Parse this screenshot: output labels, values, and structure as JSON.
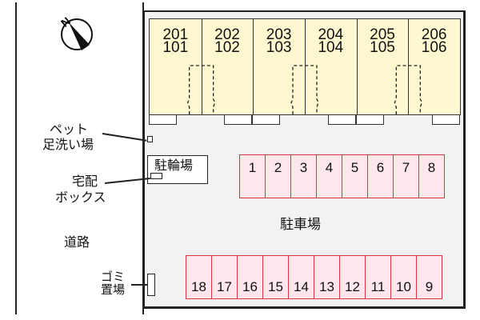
{
  "compass": {
    "label": "N",
    "icon": "north-arrow-icon"
  },
  "building": {
    "units": [
      {
        "upper": "201",
        "lower": "101"
      },
      {
        "upper": "202",
        "lower": "102"
      },
      {
        "upper": "203",
        "lower": "103"
      },
      {
        "upper": "204",
        "lower": "104"
      },
      {
        "upper": "205",
        "lower": "105"
      },
      {
        "upper": "206",
        "lower": "106"
      }
    ]
  },
  "labels": {
    "pet_wash_line1": "ペット",
    "pet_wash_line2": "足洗い場",
    "bicycle_parking": "駐輪場",
    "delivery_box_line1": "宅配",
    "delivery_box_line2": "ボックス",
    "road": "道路",
    "garbage_line1": "ゴミ",
    "garbage_line2": "置場",
    "parking_lot": "駐車場"
  },
  "parking": {
    "top_row": [
      "1",
      "2",
      "3",
      "4",
      "5",
      "6",
      "7",
      "8"
    ],
    "bottom_row": [
      "18",
      "17",
      "16",
      "15",
      "14",
      "13",
      "12",
      "11",
      "10",
      "9"
    ]
  },
  "colors": {
    "building_fill": "#fdf8cf",
    "parking_fill": "#fde6ec",
    "parking_border": "#d8323c",
    "site_fill": "#f2f2f2"
  }
}
